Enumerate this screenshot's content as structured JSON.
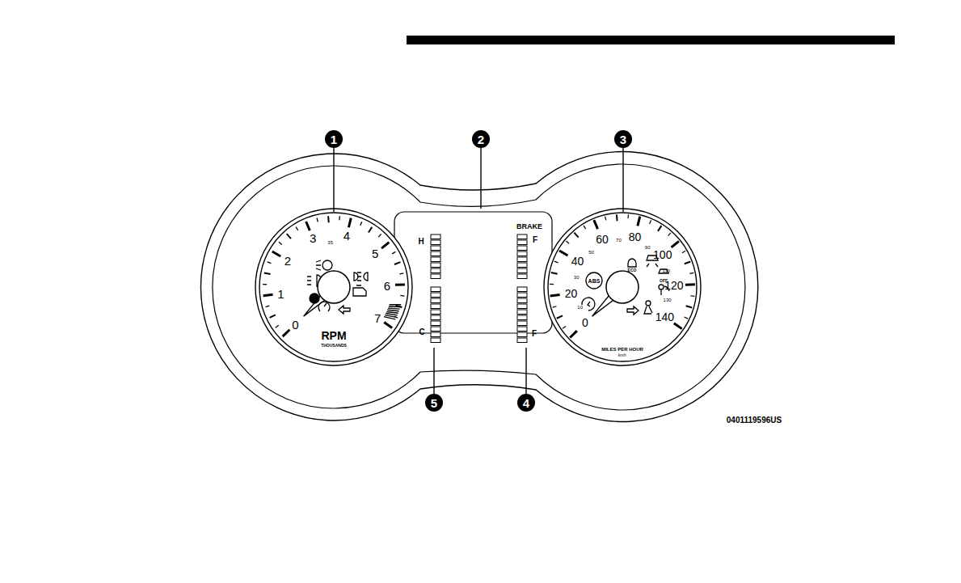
{
  "diagram": {
    "labels": [
      "1",
      "2",
      "3",
      "4",
      "5",
      "0",
      "1",
      "2",
      "3",
      "4",
      "5",
      "6",
      "7",
      "35",
      "RPM",
      "THOUSANDS",
      "H",
      "C",
      "BRAKE",
      "F",
      "F",
      "0",
      "20",
      "40",
      "60",
      "80",
      "100",
      "120",
      "140",
      "10",
      "30",
      "50",
      "70",
      "90",
      "110",
      "130",
      "ABS",
      "ECO",
      "OFF",
      "MILES PER HOUR",
      "km/h",
      "0401119596US"
    ]
  }
}
